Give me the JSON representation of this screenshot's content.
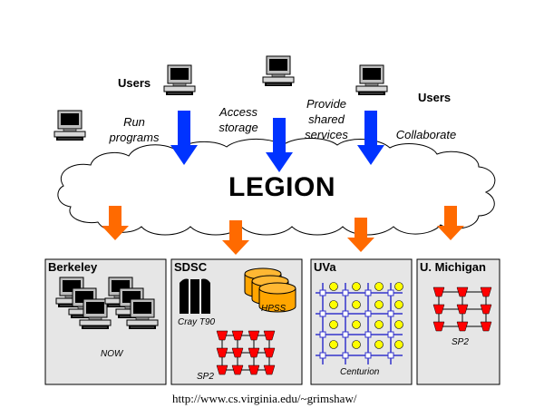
{
  "center": {
    "title": "LEGION"
  },
  "users_left": "Users",
  "users_right": "Users",
  "actions": [
    "Run\nprograms",
    "Access\nstorage",
    "Provide\nshared\nservices",
    "Collaborate"
  ],
  "sites": [
    {
      "name": "Berkeley",
      "caption": "NOW"
    },
    {
      "name": "SDSC",
      "caption_a": "Cray T90",
      "caption_b": "HPSS",
      "caption_c": "SP2"
    },
    {
      "name": "UVa",
      "caption": "Centurion"
    },
    {
      "name": "U. Michigan",
      "caption": "SP2"
    }
  ],
  "footer": {
    "url": "http://www.cs.virginia.edu/~grimshaw/"
  },
  "icons": [
    "computer-icon",
    "down-arrow-icon",
    "cloud-icon",
    "disk-stack-icon",
    "supercomputer-icon",
    "network-node-icon"
  ],
  "colors": {
    "blue_arrow": "#0033ff",
    "orange_arrow": "#ff6a00",
    "box_fill": "#e6e6e6",
    "disk_fill": "#ffa500",
    "node_red": "#ff0000",
    "node_yellow": "#ffff00",
    "grid_blue": "#3333cc"
  }
}
